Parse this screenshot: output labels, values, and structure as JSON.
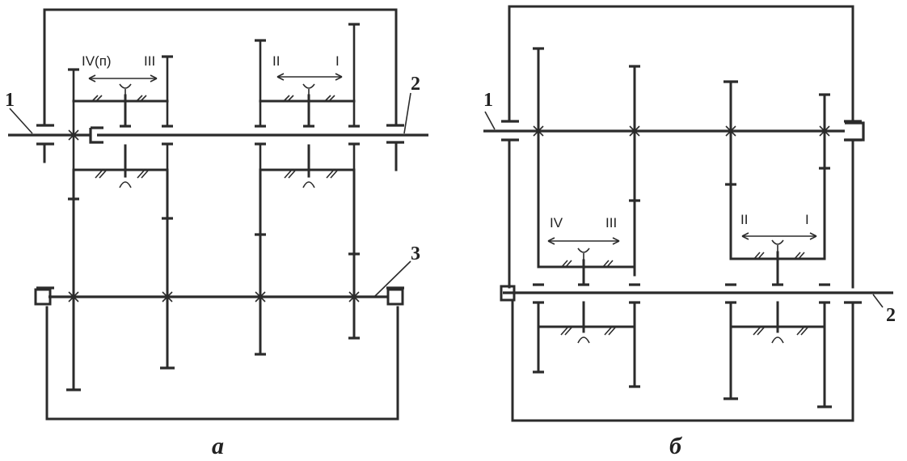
{
  "diagram_a": {
    "caption": "а",
    "labels": {
      "input_shaft": "1",
      "output_shaft": "2",
      "intermediate_shaft": "3"
    },
    "gears": {
      "upper_left_left": "IV(п)",
      "upper_left_right": "III",
      "upper_right_left": "II",
      "upper_right_right": "I"
    }
  },
  "diagram_b": {
    "caption": "б",
    "labels": {
      "input_shaft": "1",
      "output_shaft": "2"
    },
    "gears": {
      "lower_left_left": "IV",
      "lower_left_right": "III",
      "lower_right_left": "II",
      "lower_right_right": "I"
    }
  }
}
